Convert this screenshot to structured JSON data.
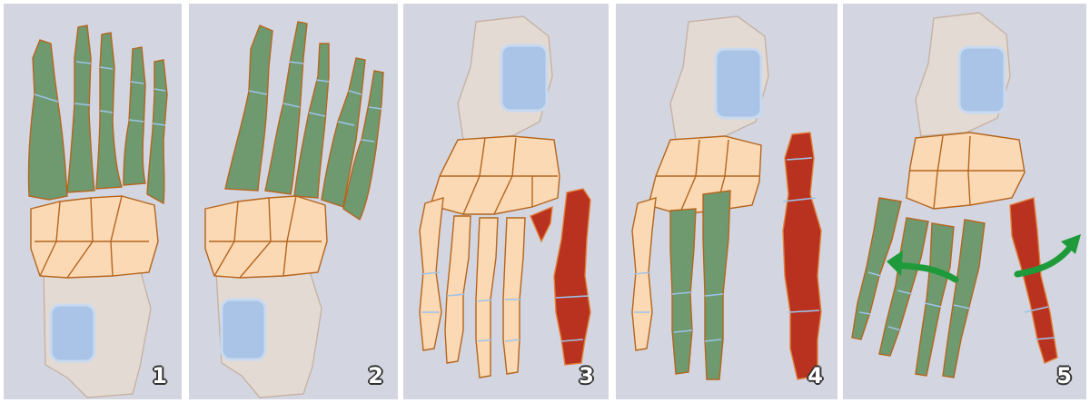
{
  "panels": [
    {
      "label": "1"
    },
    {
      "label": "2"
    },
    {
      "label": "3"
    },
    {
      "label": "4"
    },
    {
      "label": "5"
    }
  ],
  "colors": {
    "background": "#d3d6e0",
    "healthy_bone": "#6f9a6f",
    "tarsal_bone": "#fbd9b5",
    "resected_bone": "#b9321f",
    "heel_bone": "#e3dad4",
    "cartilage": "#a9c4e6",
    "rotation_arrow": "#1f9a3a"
  },
  "icons": [
    "curved-arrow-icon"
  ]
}
